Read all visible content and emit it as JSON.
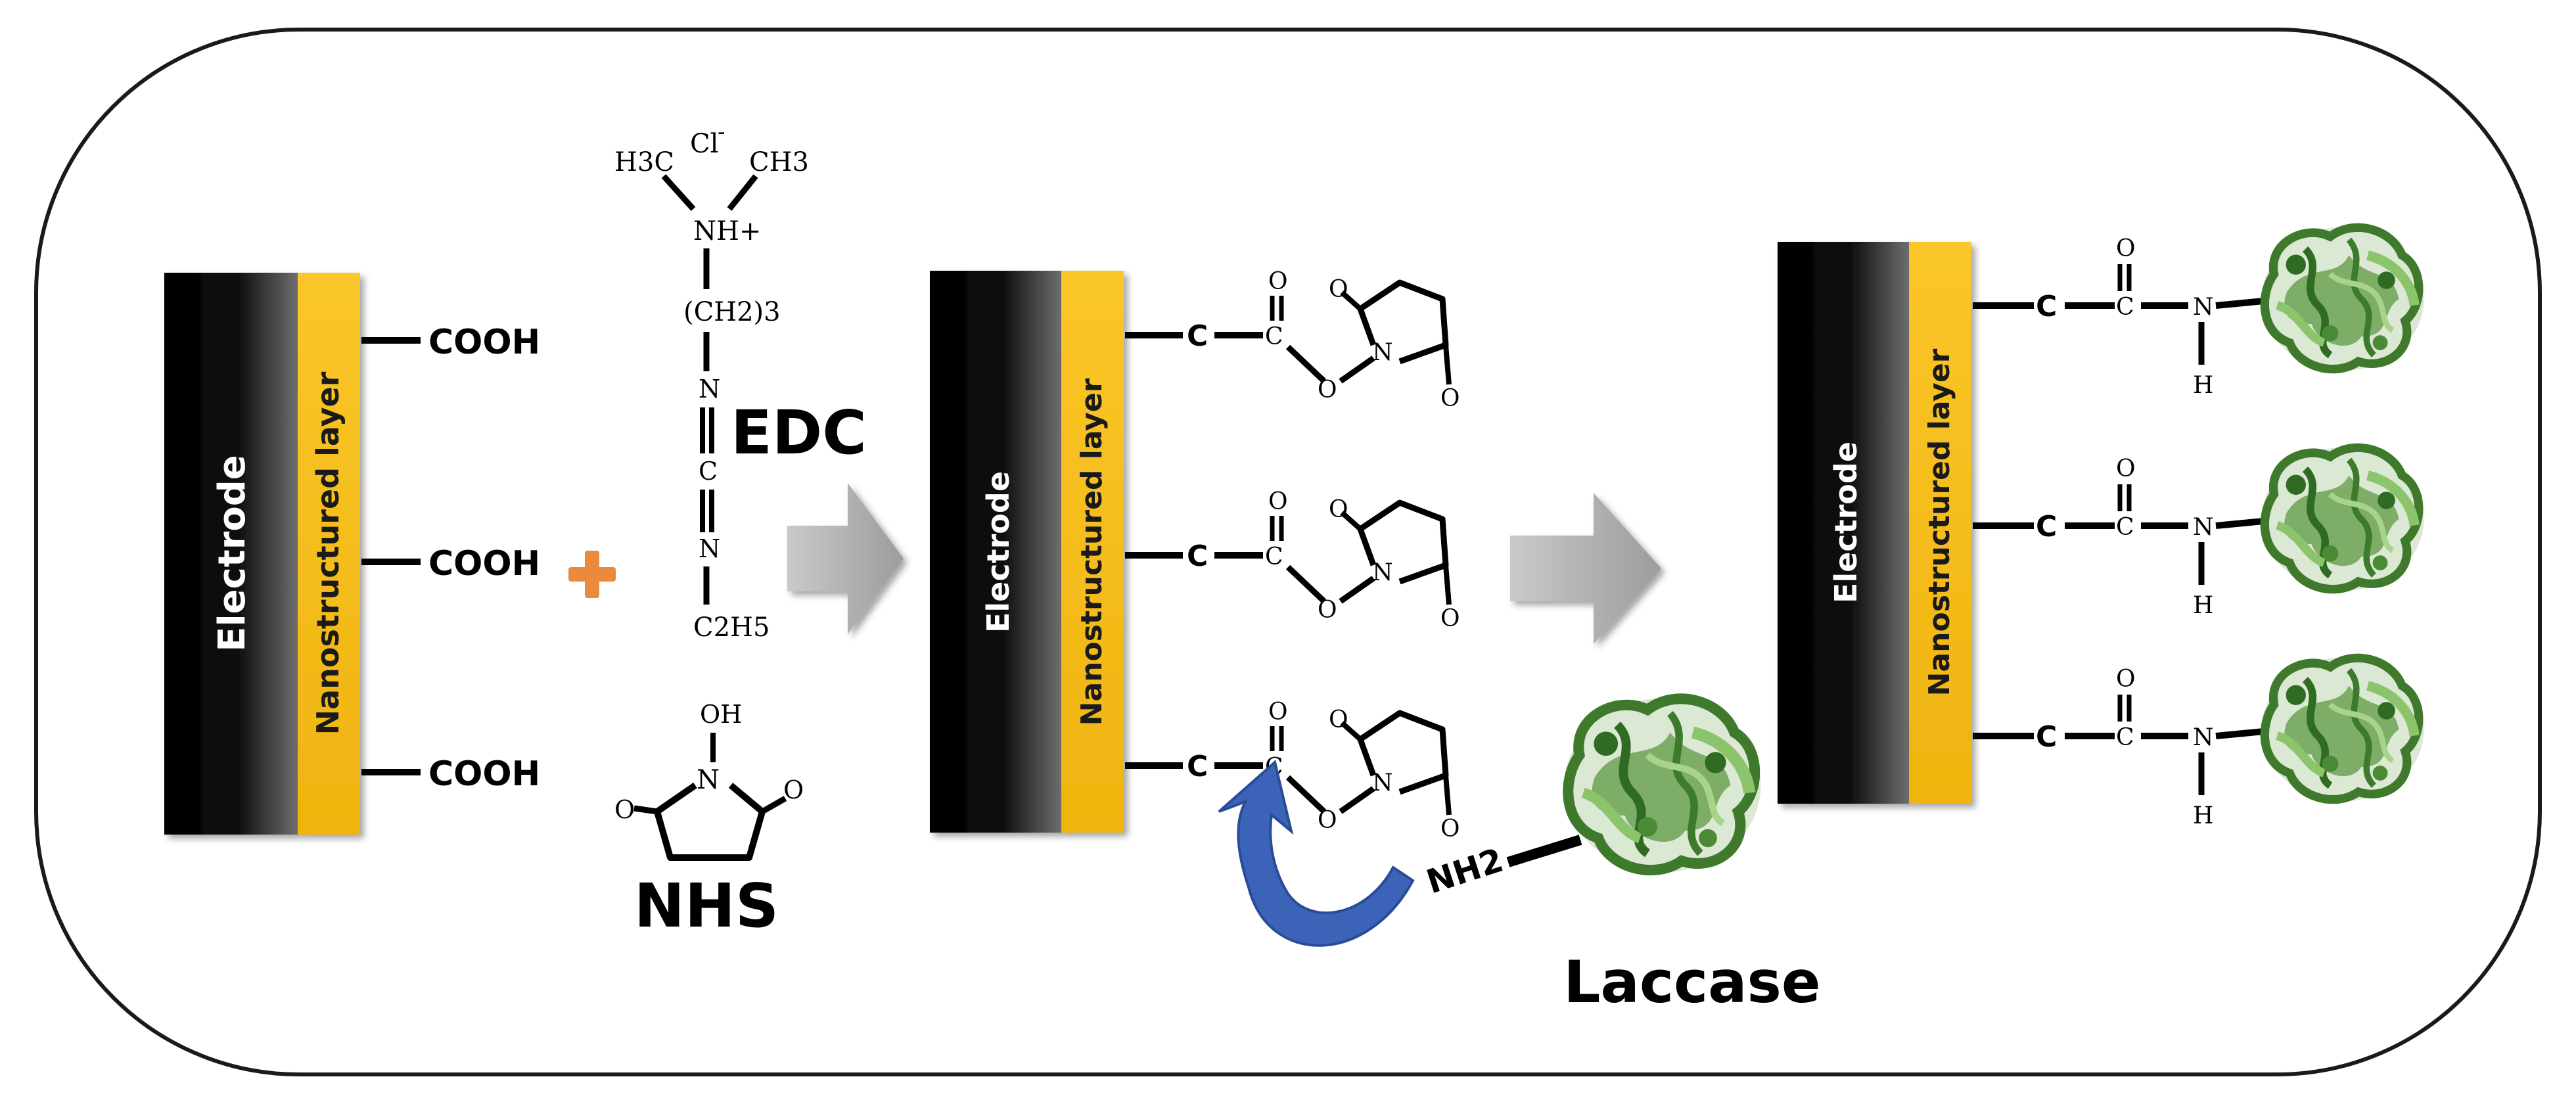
{
  "diagram": {
    "panel1": {
      "electrode_label": "Electrode",
      "layer_label": "Nanostructured layer",
      "groups": [
        "COOH",
        "COOH",
        "COOH"
      ]
    },
    "edc": {
      "label": "EDC",
      "chloride": "Cl",
      "chloride_charge": "-",
      "methyl_left": "H3C",
      "methyl_right": "CH3",
      "ammonium": "NH+",
      "propyl": "(CH2)3",
      "nitrogen": "N",
      "carbon": "C",
      "ethyl": "C2H5"
    },
    "nhs": {
      "label": "NHS",
      "hydroxyl": "OH",
      "nitrogen": "N",
      "oxygen": "O"
    },
    "panel2": {
      "electrode_label": "Electrode",
      "layer_label": "Nanostructured layer",
      "carbon": "C",
      "oxygen": "O",
      "nitrogen": "N"
    },
    "amine": "NH2",
    "laccase_label": "Laccase",
    "panel3": {
      "electrode_label": "Electrode",
      "layer_label": "Nanostructured layer",
      "carbon": "C",
      "oxygen": "O",
      "nitrogen": "N",
      "hydrogen": "H"
    },
    "colors": {
      "electrode_dark": "#000000",
      "electrode_light": "#5a5a5a",
      "layer": "#f7c01e",
      "plus": "#e98a3c",
      "arrow": "#a6a6a6",
      "curved_arrow": "#3b63b8",
      "protein": "#4f8c3a"
    }
  }
}
